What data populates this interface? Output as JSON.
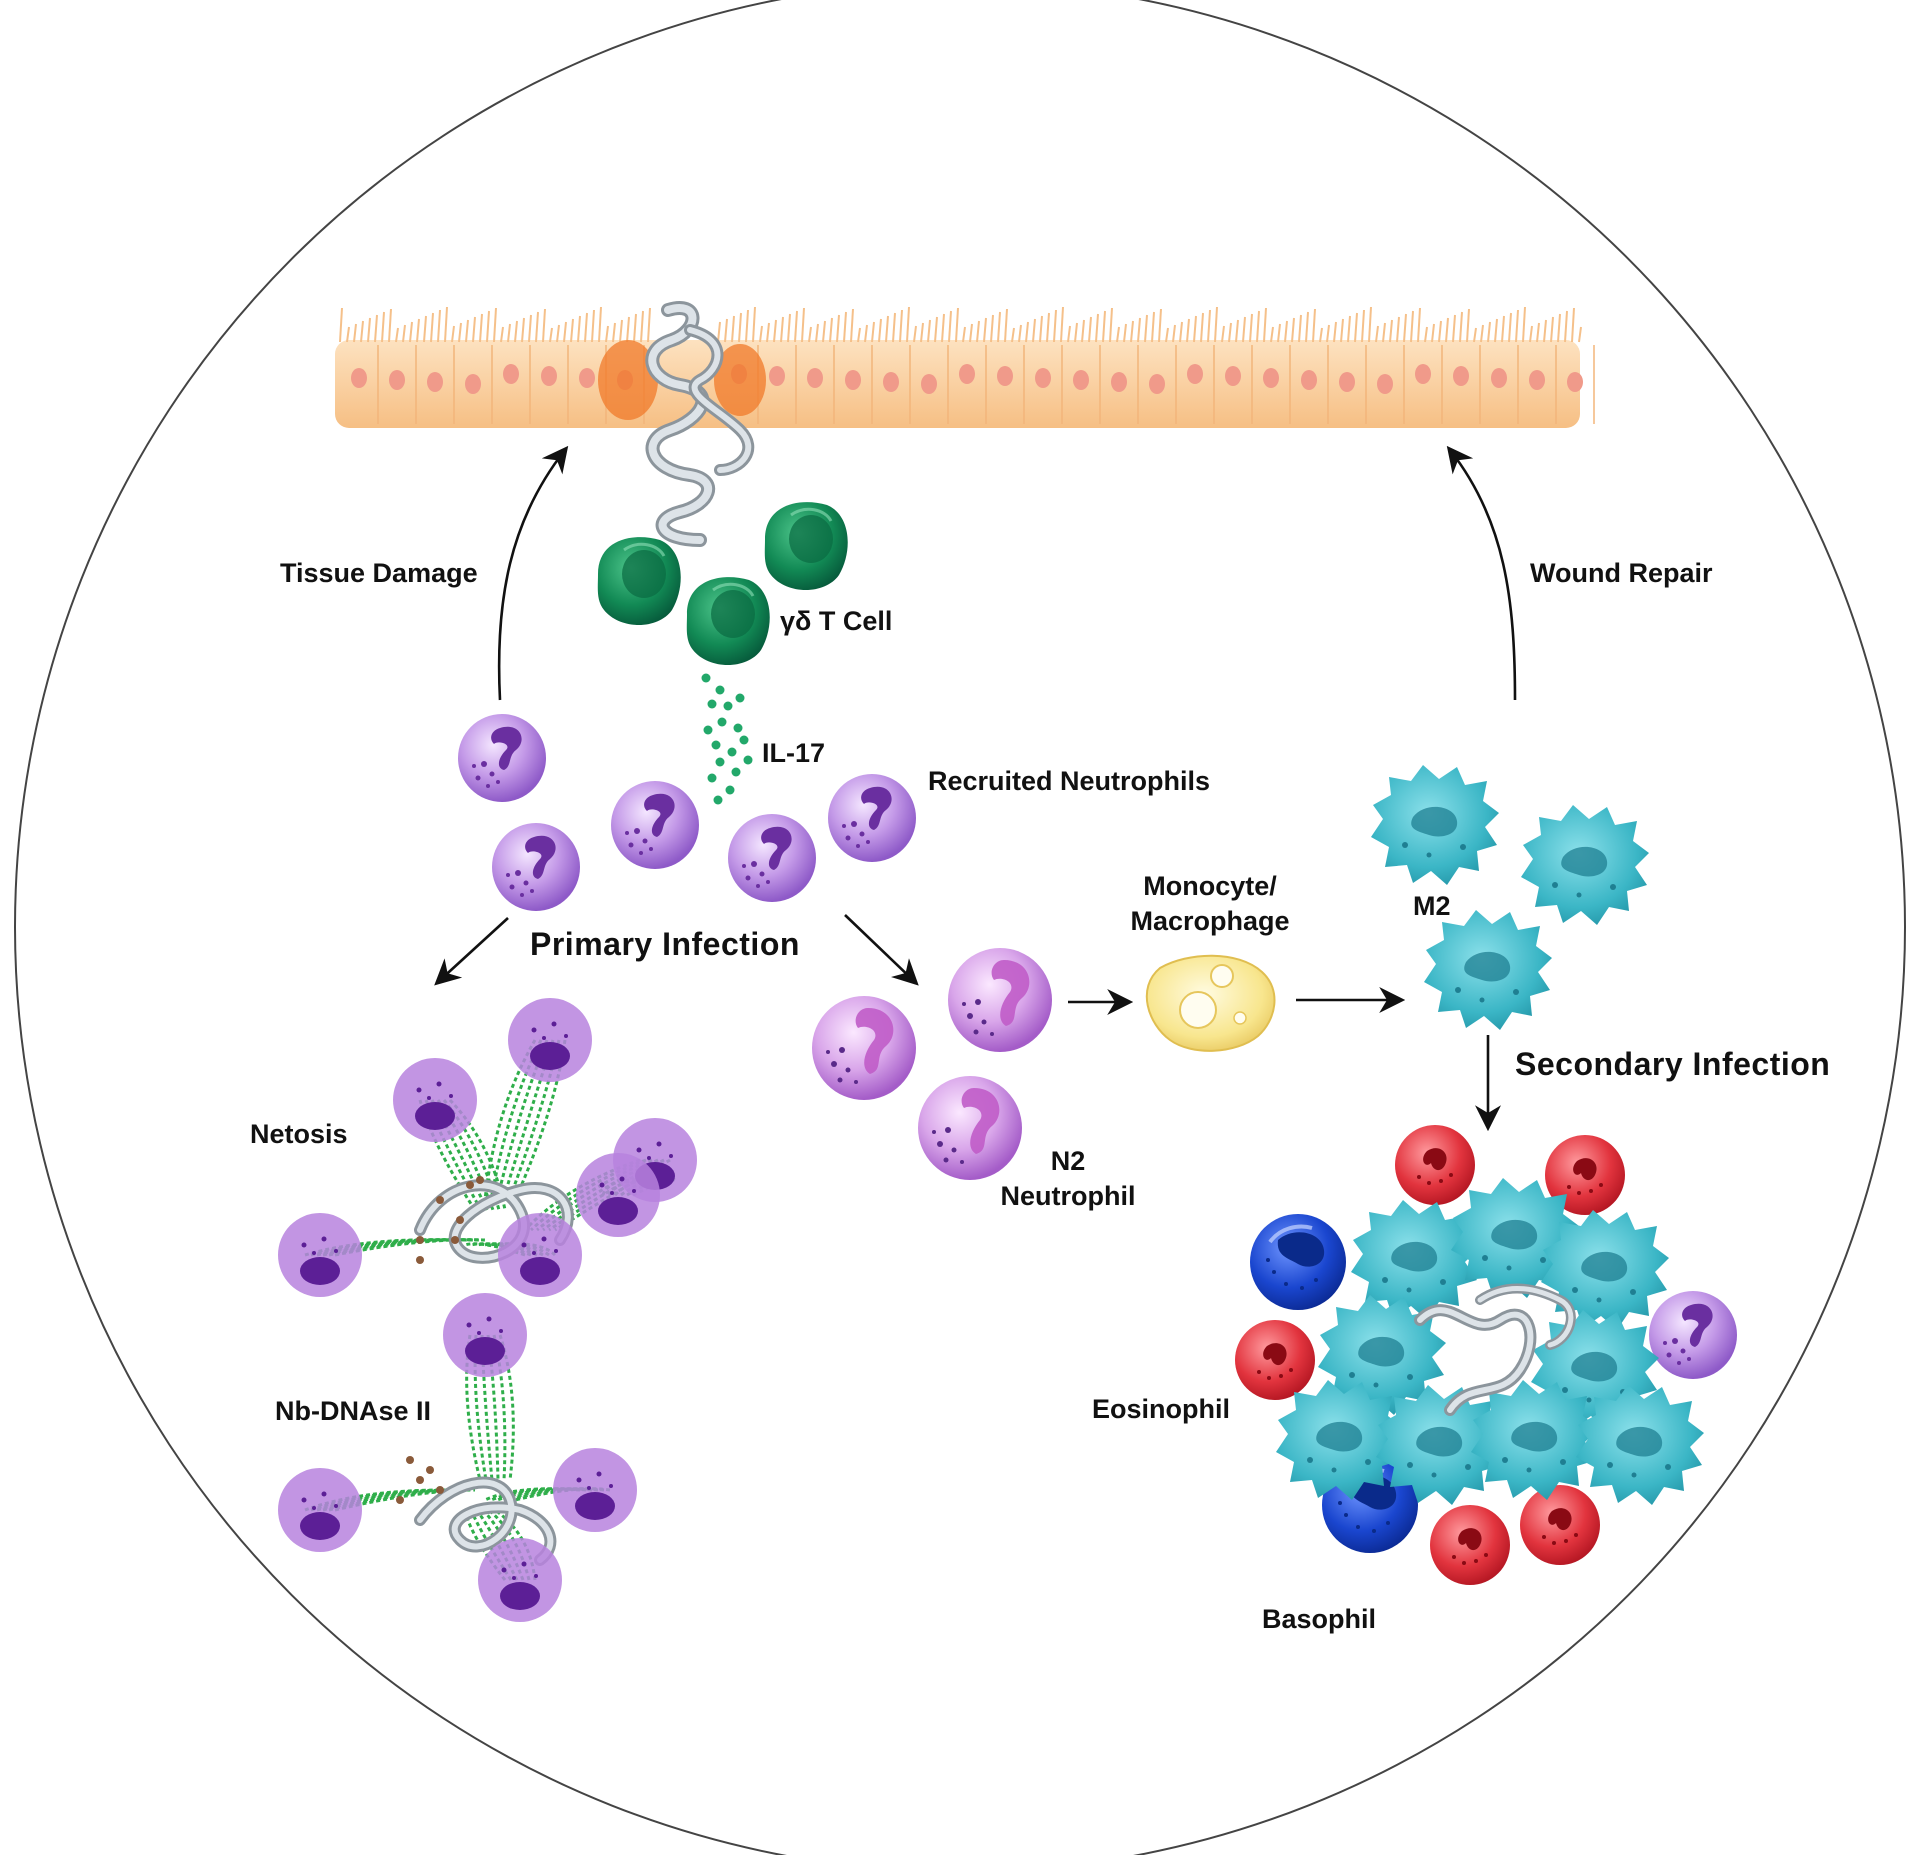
{
  "labels": {
    "tissue_damage": "Tissue Damage",
    "wound_repair": "Wound Repair",
    "gd_t_cell": "γδ T Cell",
    "il17": "IL-17",
    "recruited_neutrophils": "Recruited Neutrophils",
    "primary_infection": "Primary Infection",
    "monocyte_line1": "Monocyte/",
    "monocyte_line2": "Macrophage",
    "m2": "M2",
    "secondary_infection": "Secondary Infection",
    "netosis": "Netosis",
    "nb_dnase": "Nb-DNAse II",
    "n2_line1": "N2",
    "n2_line2": "Neutrophil",
    "eosinophil": "Eosinophil",
    "basophil": "Basophil"
  },
  "colors": {
    "epithelium": "#f8c894",
    "epithelium_damage": "#f07a2a",
    "nucleus": "#f09a8a",
    "gd_t_cell": "#0f8a55",
    "il17": "#22a86a",
    "neutrophil": "#b27fe0",
    "neutrophil_nucleus": "#6a2fa0",
    "n2_neutrophil": "#c876d8",
    "monocyte": "#f7e58a",
    "m2_macrophage": "#34b4c4",
    "eosinophil": "#e0303a",
    "basophil": "#1540c8",
    "net_dna": "#2fae4a",
    "worm": "#cfd6dc"
  }
}
